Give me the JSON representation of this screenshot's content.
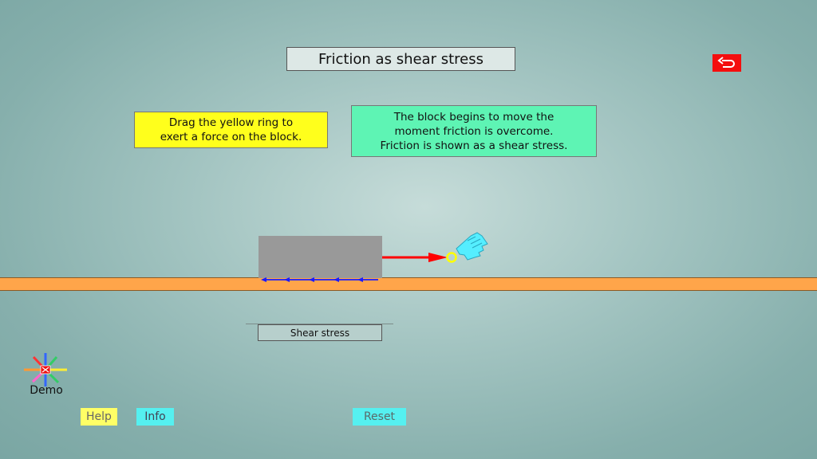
{
  "title": "Friction as shear stress",
  "instruction": {
    "line1": "Drag the yellow ring to",
    "line2": "exert a force on the block."
  },
  "explanation": {
    "line1": "The block begins to move the",
    "line2": "moment friction is overcome.",
    "line3": "Friction is shown as a shear stress."
  },
  "shear_label": "Shear stress",
  "demo_label": "Demo",
  "buttons": {
    "help": "Help",
    "info": "Info",
    "reset": "Reset"
  },
  "icons": {
    "back": "back-arrow-icon",
    "demo": "demo-starburst-icon",
    "hand": "pointing-hand-icon"
  },
  "colors": {
    "instruction_bg": "#ffff1c",
    "explanation_bg": "#5ef4b4",
    "ground": "#ffa54a",
    "block": "#999999",
    "force_arrow": "#ff0000",
    "shear_arrows": "#1a1aff",
    "ring": "#ffff00",
    "hand": "#55eeff"
  }
}
